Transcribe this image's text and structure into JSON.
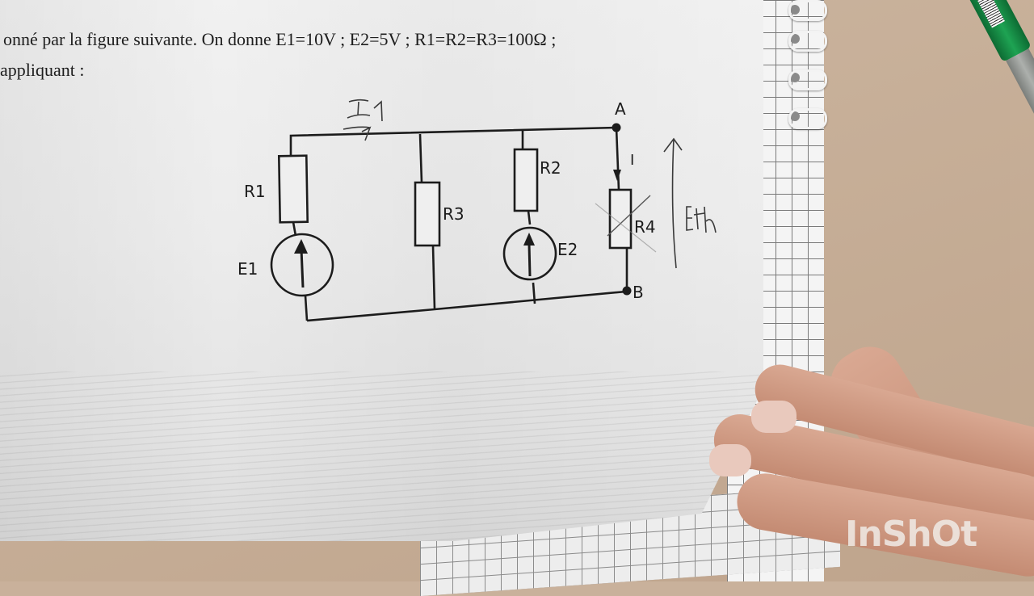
{
  "document": {
    "text_line_1": "onné par la figure suivante. On donne E1=10V ; E2=5V ; R1=R2=R3=100Ω ;",
    "text_line_2": "appliquant :"
  },
  "circuit": {
    "components": [
      {
        "id": "R1",
        "label": "R1",
        "type": "resistor"
      },
      {
        "id": "E1",
        "label": "E1",
        "type": "voltage-source"
      },
      {
        "id": "R3",
        "label": "R3",
        "type": "resistor"
      },
      {
        "id": "R2",
        "label": "R2",
        "type": "resistor"
      },
      {
        "id": "E2",
        "label": "E2",
        "type": "voltage-source"
      },
      {
        "id": "R4",
        "label": "R4",
        "type": "resistor"
      }
    ],
    "nodes": [
      {
        "id": "A",
        "label": "A"
      },
      {
        "id": "B",
        "label": "B"
      }
    ],
    "current_label": "I",
    "given_values": {
      "E1": "10V",
      "E2": "5V",
      "R1": "100Ω",
      "R2": "100Ω",
      "R3": "100Ω"
    },
    "handwritten": {
      "current_i1": "I1",
      "thevenin_voltage": "Eth"
    }
  },
  "watermark": "InShOt",
  "colors": {
    "paper": "#ececec",
    "ink": "#1c1c1c",
    "desk": "#c6ae97",
    "pen_green": "#1ea353"
  }
}
